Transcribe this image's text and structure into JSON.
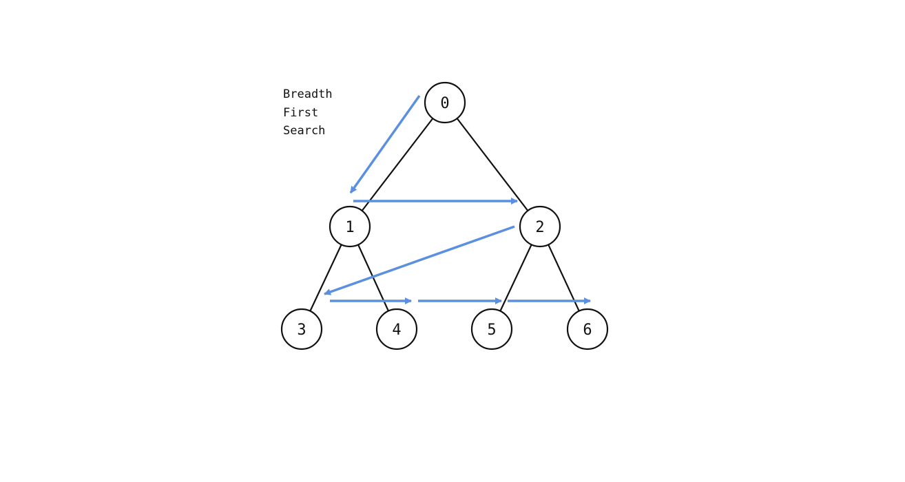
{
  "title_lines": [
    "Breadth",
    "First",
    "Search"
  ],
  "nodes": [
    "0",
    "1",
    "2",
    "3",
    "4",
    "5",
    "6"
  ],
  "colors": {
    "edge": "#111111",
    "node_border": "#111111",
    "node_fill": "#ffffff",
    "arrow": "#5b8fe0"
  }
}
